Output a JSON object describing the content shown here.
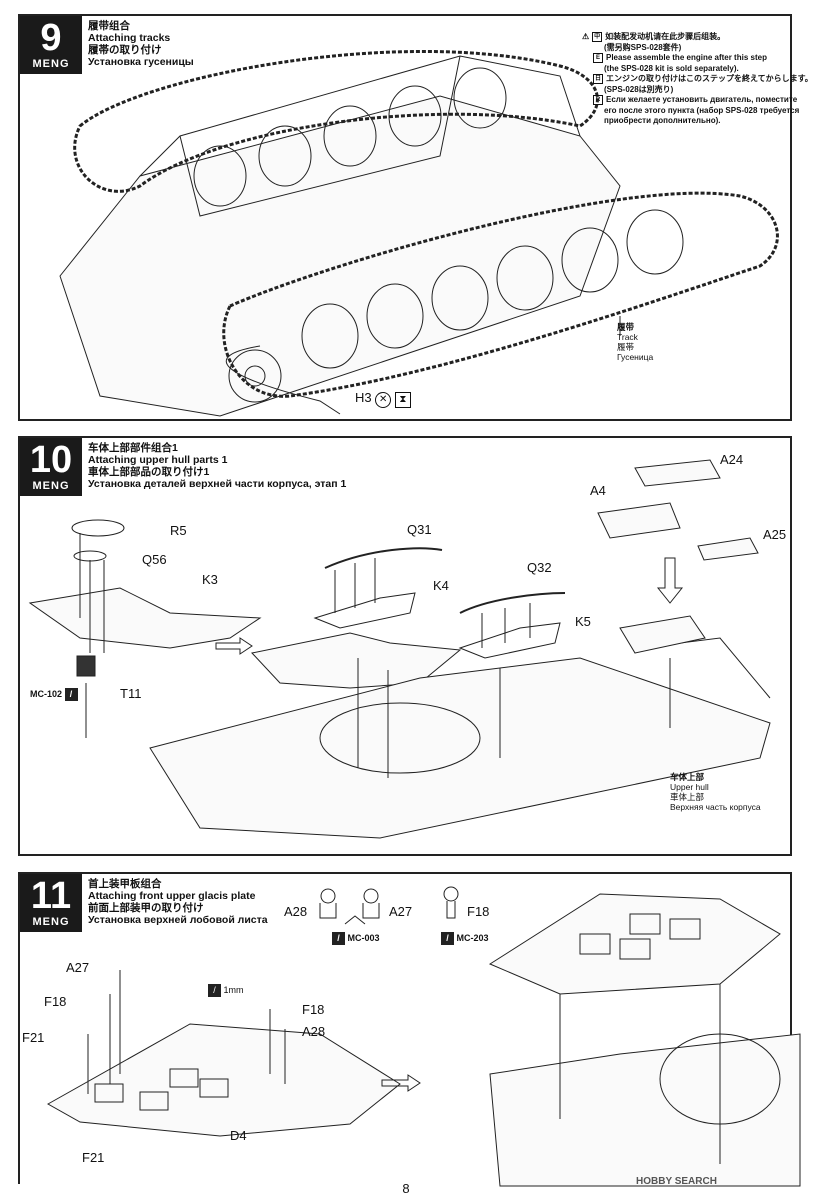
{
  "brand": "MENG",
  "page_number": "8",
  "watermark": "HOBBY SEARCH",
  "step9": {
    "number": "9",
    "title_cn": "履带组合",
    "title_en": "Attaching tracks",
    "title_jp": "履帯の取り付け",
    "title_ru": "Установка гусеницы",
    "note": {
      "line1": "如装配发动机请在此步骤后组装。",
      "line2": "(需另购SPS-028套件)",
      "line3": "Please assemble the engine after this step",
      "line4": "(the SPS-028 kit is sold separately).",
      "line5": "エンジンの取り付けはこのステップを終えてからします。",
      "line6": "(SPS-028は別売り)",
      "line7": "Если желаете установить двигатель, поместите",
      "line8": "его после этого пункта (набор SPS-028 требуется",
      "line9": "приобрести дополнительно)."
    },
    "track_label": {
      "cn": "履带",
      "en": "Track",
      "jp": "履帯",
      "ru": "Гусеница"
    },
    "h3": "H3"
  },
  "step10": {
    "number": "10",
    "title_cn": "车体上部部件组合1",
    "title_en": "Attaching upper hull parts 1",
    "title_jp": "車体上部部品の取り付け1",
    "title_ru": "Установка деталей верхней части корпуса, этап 1",
    "parts": [
      "R5",
      "Q56",
      "K3",
      "T11",
      "Q31",
      "K4",
      "Q32",
      "K5",
      "A24",
      "A4",
      "A25"
    ],
    "glue": "MC-102",
    "upper_hull": {
      "cn": "车体上部",
      "en": "Upper hull",
      "jp": "車体上部",
      "ru": "Верхняя часть корпуса"
    }
  },
  "step11": {
    "number": "11",
    "title_cn": "首上装甲板组合",
    "title_en": "Attaching front upper glacis plate",
    "title_jp": "前面上部装甲の取り付け",
    "title_ru": "Установка верхней лобовой листа",
    "parts_top": [
      "A28",
      "A27",
      "F18"
    ],
    "glue1": "MC-003",
    "glue2": "MC-203",
    "parts_left": [
      "A27",
      "F18",
      "F21",
      "F18",
      "A28",
      "D4",
      "F21"
    ],
    "size": "1mm"
  }
}
